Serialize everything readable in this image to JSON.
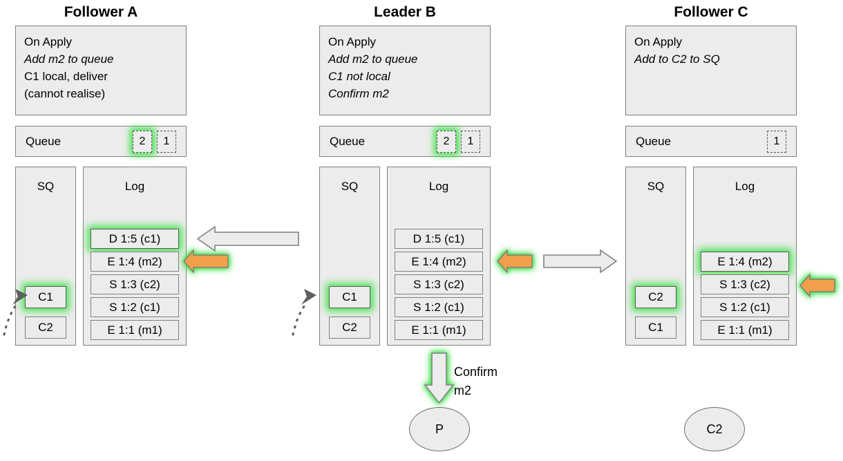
{
  "diagram": {
    "title_row": [
      {
        "label": "Follower A"
      },
      {
        "label": "Leader B"
      },
      {
        "label": "Follower C"
      }
    ],
    "colors": {
      "panel_fill": "#ececec",
      "panel_stroke": "#808080",
      "glow": "#3ce146",
      "orange_arrow": "#f0a04b",
      "grey_arrow_fill": "#ececec",
      "text": "#000000"
    },
    "nodes": [
      {
        "id": "follower-a",
        "title": "Follower A",
        "note": {
          "label": "on-apply-note",
          "lines": [
            {
              "text": "On Apply",
              "italic": false
            },
            {
              "text": "Add m2 to queue",
              "italic": true
            },
            {
              "text": "C1 local, deliver",
              "italic": false
            },
            {
              "text": "(cannot realise)",
              "italic": false
            }
          ]
        },
        "queue": {
          "label": "Queue",
          "slots": [
            {
              "value": "2",
              "highlighted": true
            },
            {
              "value": "1",
              "highlighted": false
            }
          ]
        },
        "sq": {
          "header": "SQ",
          "items": [
            {
              "value": "C1",
              "highlighted": true
            },
            {
              "value": "C2",
              "highlighted": false
            }
          ]
        },
        "log": {
          "header": "Log",
          "entries": [
            {
              "value": "D 1:5 (c1)",
              "highlighted": true
            },
            {
              "value": "E 1:4 (m2)",
              "highlighted": false
            },
            {
              "value": "S 1:3 (c2)",
              "highlighted": false
            },
            {
              "value": "S 1:2 (c1)",
              "highlighted": false
            },
            {
              "value": "E 1:1 (m1)",
              "highlighted": false
            }
          ]
        }
      },
      {
        "id": "leader-b",
        "title": "Leader B",
        "note": {
          "label": "on-apply-note",
          "lines": [
            {
              "text": "On Apply",
              "italic": false
            },
            {
              "text": "Add m2 to queue",
              "italic": true
            },
            {
              "text": "C1 not local",
              "italic": true
            },
            {
              "text": "Confirm m2",
              "italic": true
            }
          ]
        },
        "queue": {
          "label": "Queue",
          "slots": [
            {
              "value": "2",
              "highlighted": true
            },
            {
              "value": "1",
              "highlighted": false
            }
          ]
        },
        "sq": {
          "header": "SQ",
          "items": [
            {
              "value": "C1",
              "highlighted": true
            },
            {
              "value": "C2",
              "highlighted": false
            }
          ]
        },
        "log": {
          "header": "Log",
          "entries": [
            {
              "value": "D 1:5 (c1)",
              "highlighted": false
            },
            {
              "value": "E 1:4 (m2)",
              "highlighted": false
            },
            {
              "value": "S 1:3 (c2)",
              "highlighted": false
            },
            {
              "value": "S 1:2 (c1)",
              "highlighted": false
            },
            {
              "value": "E 1:1 (m1)",
              "highlighted": false
            }
          ]
        }
      },
      {
        "id": "follower-c",
        "title": "Follower C",
        "note": {
          "label": "on-apply-note",
          "lines": [
            {
              "text": "On Apply",
              "italic": false
            },
            {
              "text": "Add to C2 to SQ",
              "italic": true
            }
          ]
        },
        "queue": {
          "label": "Queue",
          "slots": [
            {
              "value": "1",
              "highlighted": false
            }
          ]
        },
        "sq": {
          "header": "SQ",
          "items": [
            {
              "value": "C2",
              "highlighted": true
            },
            {
              "value": "C1",
              "highlighted": false
            }
          ]
        },
        "log": {
          "header": "Log",
          "entries": [
            {
              "value": "E 1:4 (m2)",
              "highlighted": true
            },
            {
              "value": "S 1:3 (c2)",
              "highlighted": false
            },
            {
              "value": "S 1:2 (c1)",
              "highlighted": false
            },
            {
              "value": "E 1:1 (m1)",
              "highlighted": false
            }
          ]
        }
      }
    ],
    "annotations": {
      "confirm_arrow_label_line1": "Confirm",
      "confirm_arrow_label_line2": "m2"
    },
    "circles": [
      {
        "id": "process-p",
        "label": "P"
      },
      {
        "id": "client-c2",
        "label": "C2"
      }
    ]
  }
}
